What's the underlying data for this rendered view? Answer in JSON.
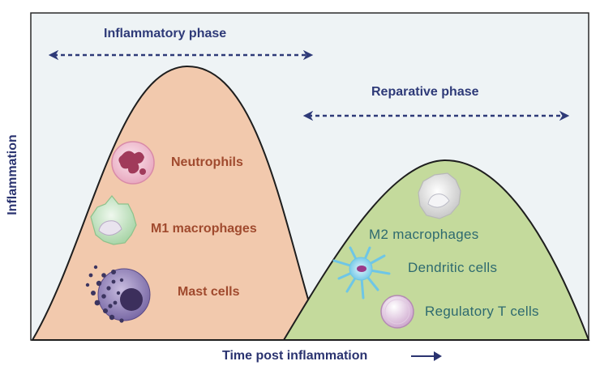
{
  "phases": {
    "inflammatory": "Inflammatory  phase",
    "reparative": "Reparative phase"
  },
  "cells_inflammatory": {
    "neutrophils": "Neutrophils",
    "m1": "M1 macrophages",
    "mast": "Mast cells"
  },
  "cells_reparative": {
    "m2": "M2 macrophages",
    "dendritic": "Dendritic cells",
    "treg": "Regulatory T cells"
  },
  "axes": {
    "x_label": "Time post inflammation",
    "y_label": "Inflammation"
  },
  "colors": {
    "background": "#eef3f5",
    "inflammatory_fill": "#f2c9ad",
    "reparative_fill": "#c4da9c",
    "arrow": "#2e3a78",
    "red_text": "#a04a2e",
    "teal_text": "#2e6a6f"
  }
}
